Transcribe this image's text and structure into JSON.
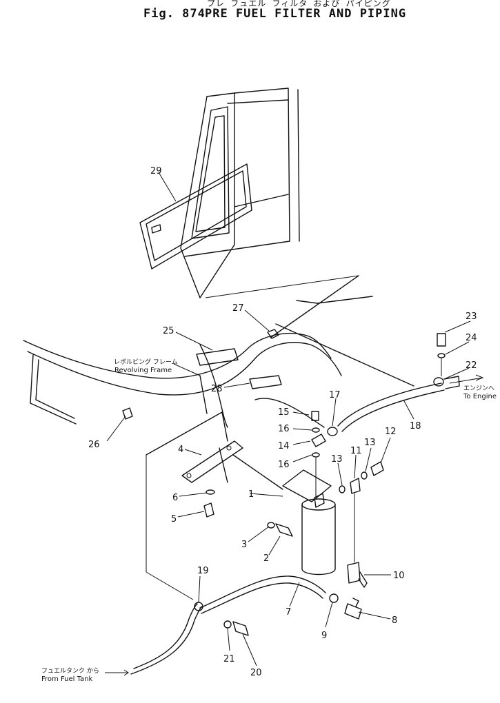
{
  "header": {
    "japanese_title": "プレ フュエル フィルタ および パイピング",
    "fig_number": "Fig. 874",
    "title": "PRE FUEL FILTER AND PIPING"
  },
  "labels": {
    "revolving_frame_jp": "レボルビング フレーム",
    "revolving_frame_en": "Revolving Frame",
    "to_engine_jp": "エンジンへ",
    "to_engine_en": "To Engine",
    "from_fuel_tank_jp": "フュエルタンク から",
    "from_fuel_tank_en": "From Fuel Tank"
  },
  "callouts": {
    "c1": "1",
    "c2": "2",
    "c3": "3",
    "c4": "4",
    "c5": "5",
    "c6": "6",
    "c7": "7",
    "c8": "8",
    "c9": "9",
    "c10": "10",
    "c11": "11",
    "c12": "12",
    "c13a": "13",
    "c13b": "13",
    "c14": "14",
    "c15": "15",
    "c16a": "16",
    "c16b": "16",
    "c17": "17",
    "c18": "18",
    "c19": "19",
    "c20": "20",
    "c21": "21",
    "c22": "22",
    "c23": "23",
    "c24": "24",
    "c25": "25",
    "c26": "26",
    "c27": "27",
    "c28": "28",
    "c29": "29"
  }
}
